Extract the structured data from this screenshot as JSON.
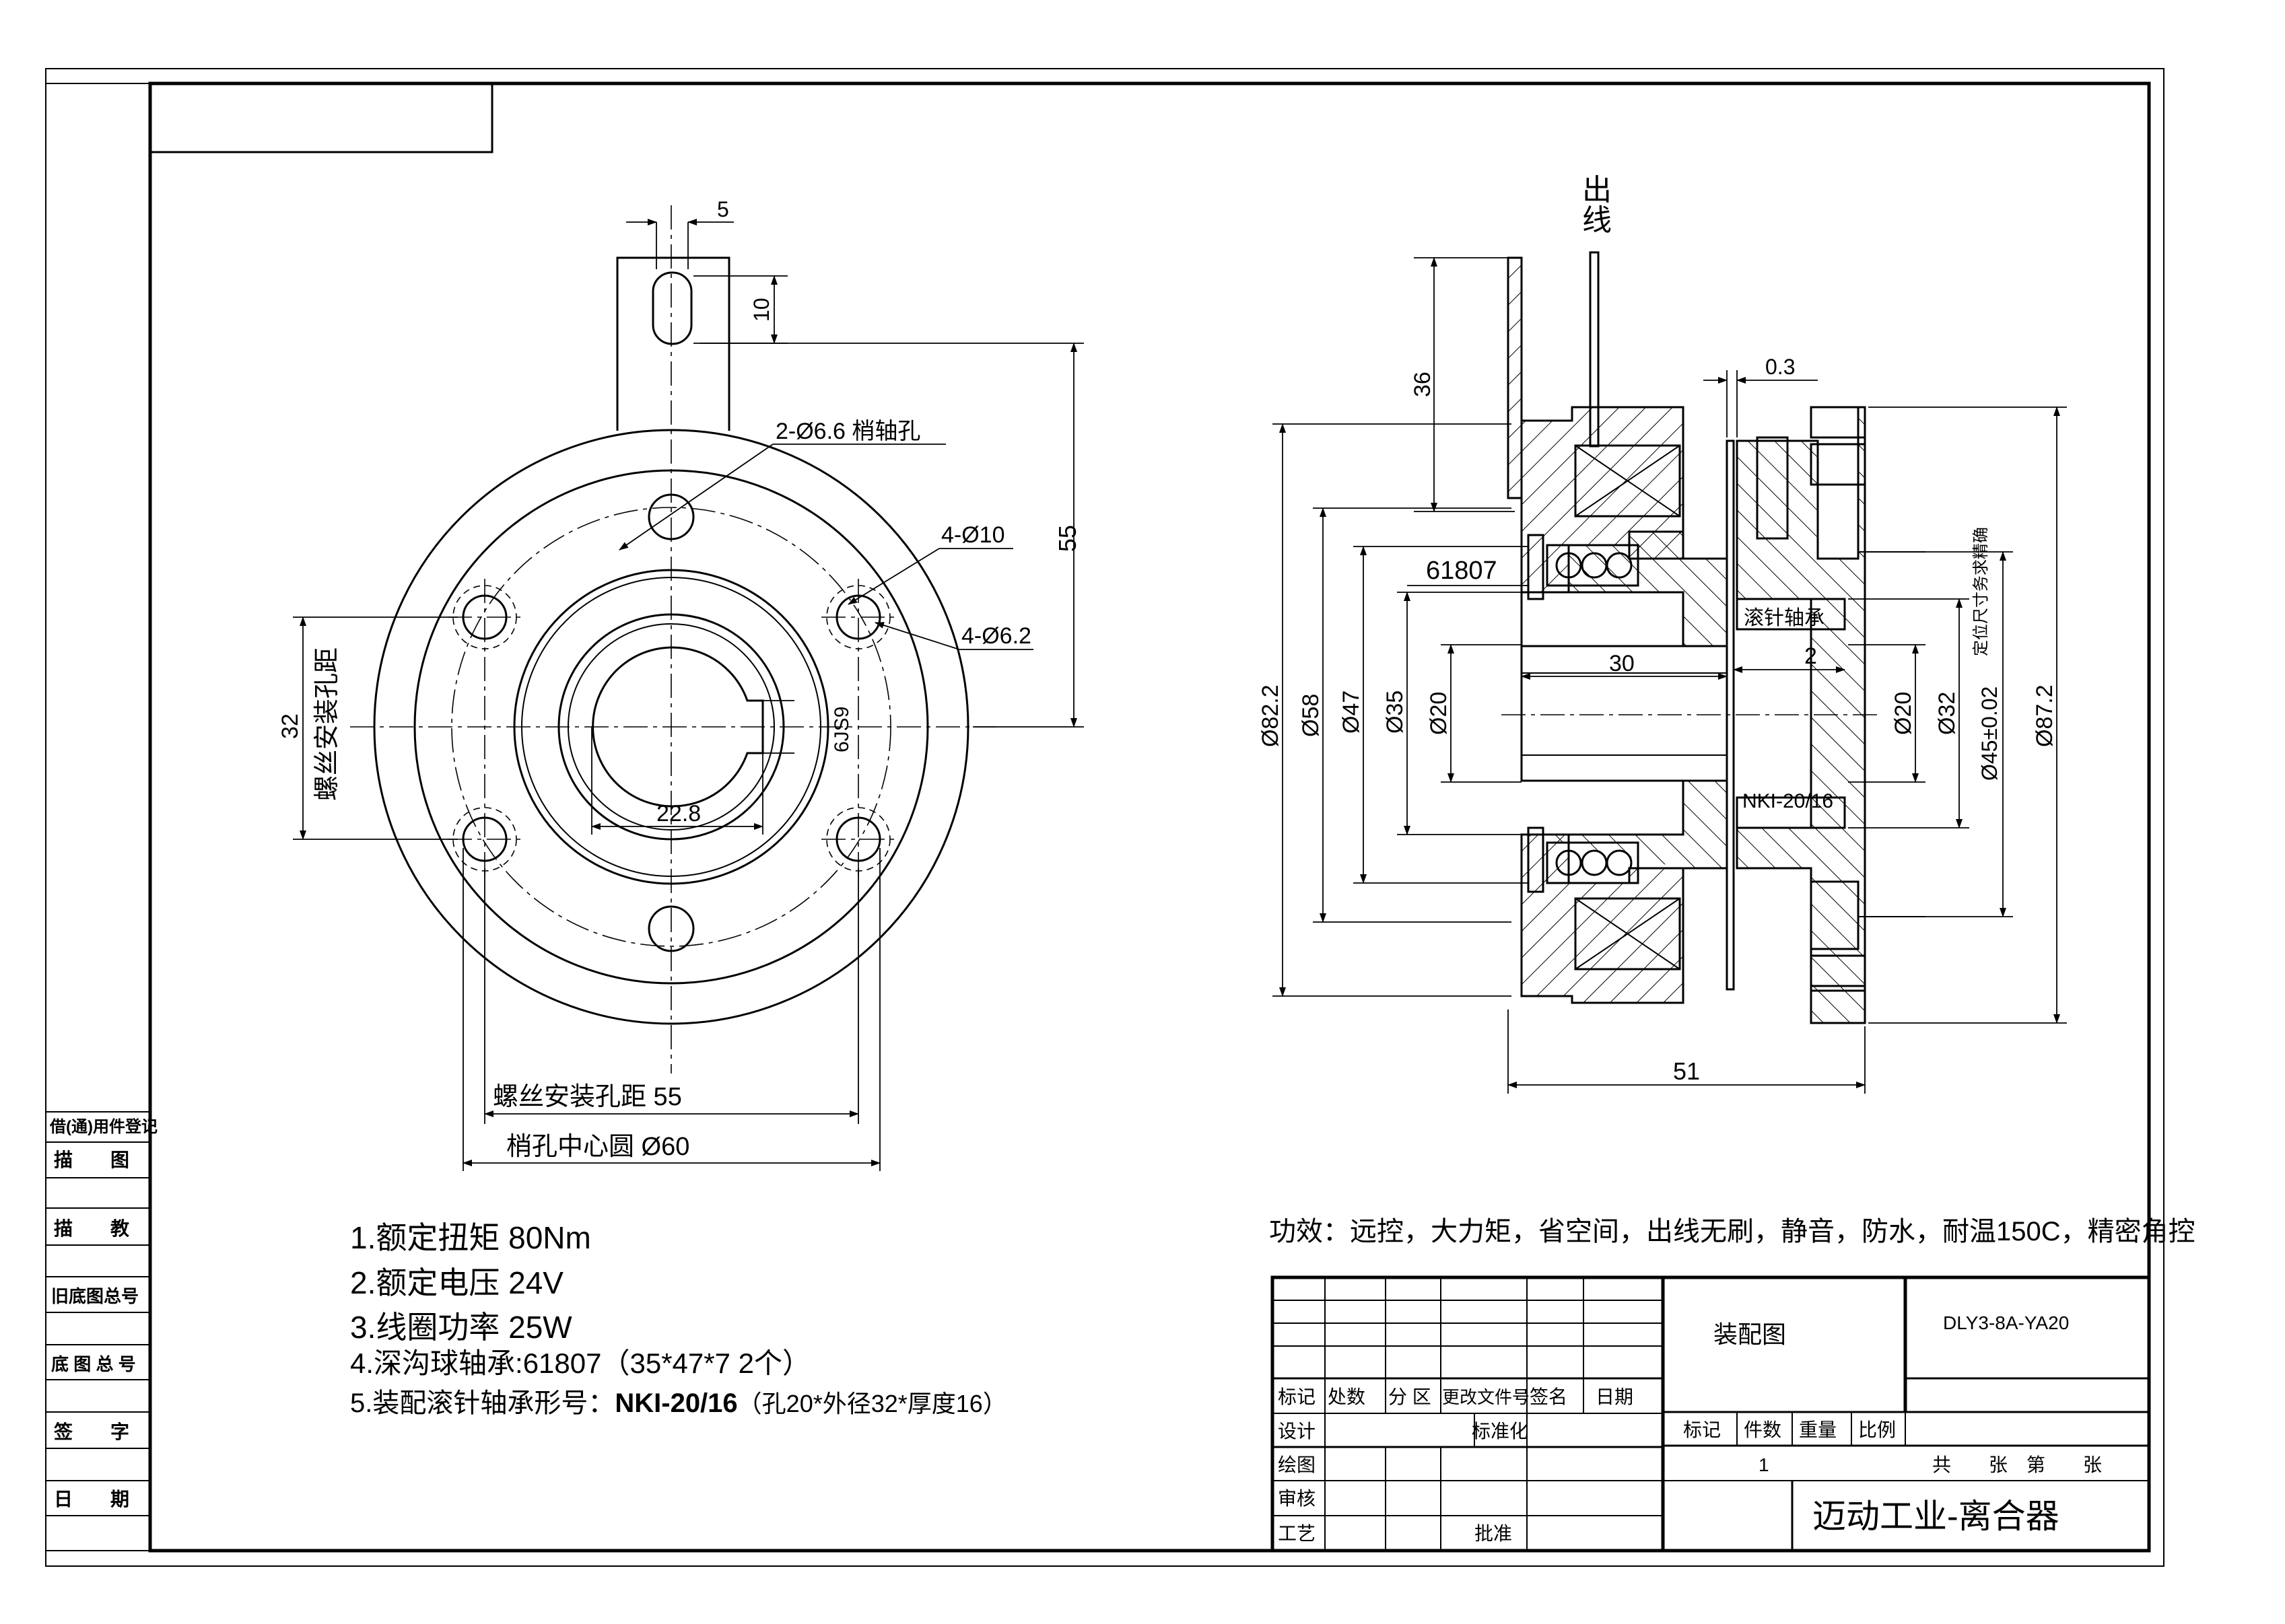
{
  "left_sidebar": {
    "rows": [
      "借(通)用件登记",
      "描　　图",
      "",
      "描　　教",
      "旧底图总号",
      "底 图 总 号",
      "签　　字",
      "日　　期"
    ]
  },
  "front_view": {
    "dims": {
      "slot_width": "5",
      "slot_length": "10",
      "height_55": "55",
      "pin_holes": "2-Ø6.6 梢轴孔",
      "hole_10": "4-Ø10",
      "hole_6_2": "4-Ø6.2",
      "screw_spacing_v_num": "32",
      "screw_spacing_v_label": "螺丝安装孔距",
      "key_width": "6JS9",
      "key_depth": "22.8",
      "screw_spacing_h": "螺丝安装孔距  55",
      "pin_circle": "梢孔中心圆 Ø60"
    }
  },
  "section_view": {
    "dims": {
      "outlet": "出\n线",
      "d36": "36",
      "gap": "0.3",
      "bearing": "61807",
      "needle_label": "滚针轴承",
      "needle_model": "NKI-20/16",
      "len30": "30",
      "len2": "2",
      "len51": "51",
      "dia82": "Ø82.2",
      "dia58": "Ø58",
      "dia47": "Ø47",
      "dia35": "Ø35",
      "dia20_left": "Ø20",
      "dia20_right": "Ø20",
      "dia32": "Ø32",
      "dia45": "Ø45±0.02",
      "dia45_note": "定位尺寸务求精确",
      "dia87": "Ø87.2"
    }
  },
  "specs": [
    "1.额定扭矩   80Nm",
    "2.额定电压   24V",
    "3.线圈功率   25W",
    "4.深沟球轴承:61807（35*47*7   2个）"
  ],
  "spec5_prefix": "5.装配滚针轴承形号：",
  "spec5_model": "NKI-20/16",
  "spec5_suffix": "（孔20*外径32*厚度16）",
  "features": "功效：远控，大力矩，省空间，出线无刷，静音，防水，耐温150C，精密角控",
  "title_block": {
    "header_cells": [
      "标记",
      "处数",
      "分 区",
      "更改文件号",
      "签名",
      "日期"
    ],
    "design": "设计",
    "standard": "标准化",
    "draw": "绘图",
    "review": "审核",
    "process": "工艺",
    "approve": "批准",
    "drawing_type": "装配图",
    "part_number": "DLY3-8A-YA20",
    "mark": "标记",
    "qty": "件数",
    "weight": "重量",
    "scale": "比例",
    "qty_value": "1",
    "sheets": "共　　张　第　　张",
    "company": "迈动工业-离合器"
  }
}
